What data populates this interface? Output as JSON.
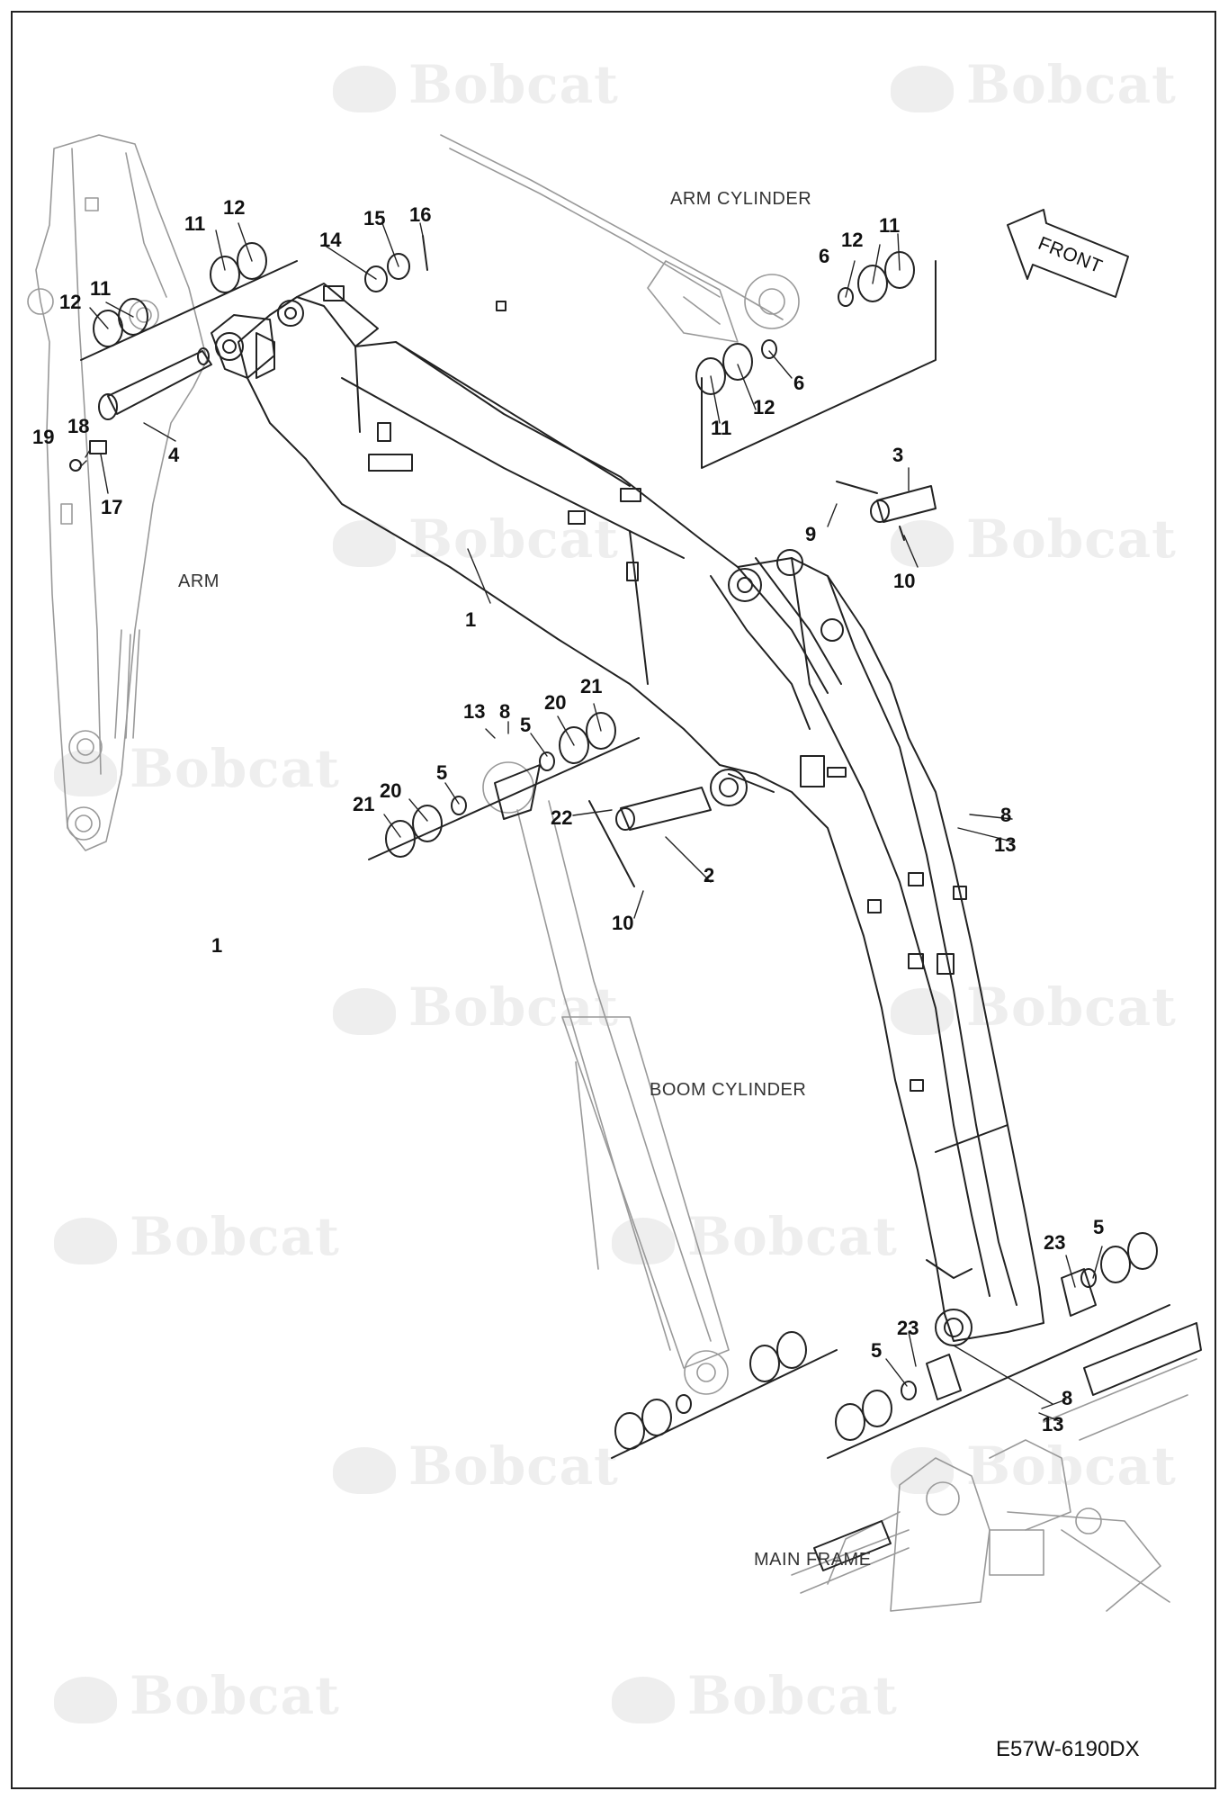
{
  "drawing": {
    "document_id": "E57W-6190DX",
    "watermark_text": "Bobcat",
    "labels": {
      "arm_cylinder": "ARM CYLINDER",
      "arm": "ARM",
      "boom_cylinder": "BOOM CYLINDER",
      "main_frame": "MAIN FRAME",
      "front": "FRONT"
    },
    "callouts": [
      {
        "id": "c12a",
        "text": "12"
      },
      {
        "id": "c11a",
        "text": "11"
      },
      {
        "id": "c12b",
        "text": "12"
      },
      {
        "id": "c11b",
        "text": "11"
      },
      {
        "id": "c14",
        "text": "14"
      },
      {
        "id": "c15",
        "text": "15"
      },
      {
        "id": "c16",
        "text": "16"
      },
      {
        "id": "c19",
        "text": "19"
      },
      {
        "id": "c18",
        "text": "18"
      },
      {
        "id": "c4",
        "text": "4"
      },
      {
        "id": "c17",
        "text": "17"
      },
      {
        "id": "c6a",
        "text": "6"
      },
      {
        "id": "c12c",
        "text": "12"
      },
      {
        "id": "c11c",
        "text": "11"
      },
      {
        "id": "c6b",
        "text": "6"
      },
      {
        "id": "c12d",
        "text": "12"
      },
      {
        "id": "c11d",
        "text": "11"
      },
      {
        "id": "c3",
        "text": "3"
      },
      {
        "id": "c9",
        "text": "9"
      },
      {
        "id": "c10a",
        "text": "10"
      },
      {
        "id": "c1a",
        "text": "1"
      },
      {
        "id": "c13a",
        "text": "13"
      },
      {
        "id": "c8a",
        "text": "8"
      },
      {
        "id": "c5a",
        "text": "5"
      },
      {
        "id": "c20a",
        "text": "20"
      },
      {
        "id": "c21a",
        "text": "21"
      },
      {
        "id": "c21b",
        "text": "21"
      },
      {
        "id": "c20b",
        "text": "20"
      },
      {
        "id": "c5b",
        "text": "5"
      },
      {
        "id": "c22",
        "text": "22"
      },
      {
        "id": "c2",
        "text": "2"
      },
      {
        "id": "c10b",
        "text": "10"
      },
      {
        "id": "c8b",
        "text": "8"
      },
      {
        "id": "c13b",
        "text": "13"
      },
      {
        "id": "c1b",
        "text": "1"
      },
      {
        "id": "c23a",
        "text": "23"
      },
      {
        "id": "c5c",
        "text": "5"
      },
      {
        "id": "c5d",
        "text": "5"
      },
      {
        "id": "c23b",
        "text": "23"
      },
      {
        "id": "c8c",
        "text": "8"
      },
      {
        "id": "c13c",
        "text": "13"
      }
    ]
  }
}
